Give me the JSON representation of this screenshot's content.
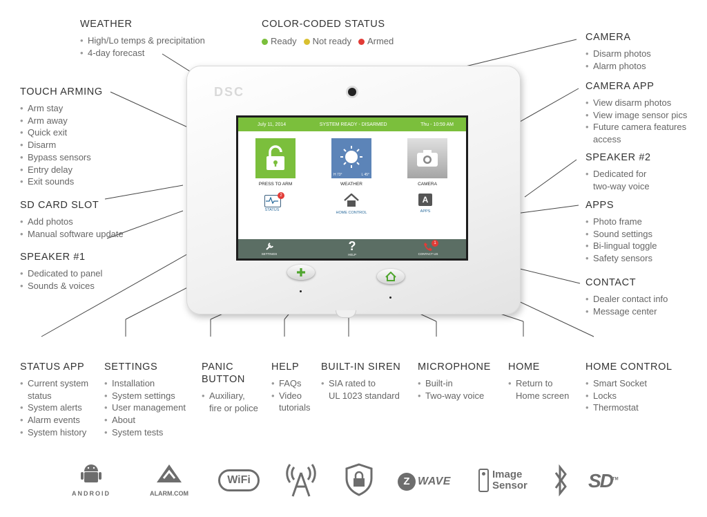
{
  "callouts": {
    "weather": {
      "title": "WEATHER",
      "items": [
        "High/Lo temps & precipitation",
        "4-day forecast"
      ]
    },
    "status": {
      "title": "COLOR-CODED STATUS",
      "legend": [
        {
          "label": "Ready",
          "color": "#7bbf3c"
        },
        {
          "label": "Not ready",
          "color": "#d9c030"
        },
        {
          "label": "Armed",
          "color": "#e23b36"
        }
      ]
    },
    "camera": {
      "title": "CAMERA",
      "items": [
        "Disarm photos",
        "Alarm photos"
      ]
    },
    "camera_app": {
      "title": "CAMERA APP",
      "items": [
        "View disarm photos",
        "View image sensor pics",
        "Future camera features",
        "access"
      ]
    },
    "speaker2": {
      "title": "SPEAKER #2",
      "items": [
        "Dedicated for",
        "two-way voice"
      ]
    },
    "apps": {
      "title": "APPS",
      "items": [
        "Photo frame",
        "Sound settings",
        "Bi-lingual toggle",
        "Safety sensors"
      ]
    },
    "contact": {
      "title": "CONTACT",
      "items": [
        "Dealer contact info",
        "Message center"
      ]
    },
    "touch_arming": {
      "title": "TOUCH ARMING",
      "items": [
        "Arm stay",
        "Arm away",
        "Quick exit",
        "Disarm",
        "Bypass sensors",
        "Entry delay",
        "Exit sounds"
      ]
    },
    "sd_card": {
      "title": "SD CARD SLOT",
      "items": [
        "Add photos",
        "Manual software update"
      ]
    },
    "speaker1": {
      "title": "SPEAKER #1",
      "items": [
        "Dedicated to panel",
        "Sounds & voices"
      ]
    },
    "status_app": {
      "title": "STATUS APP",
      "items": [
        "Current system",
        "status",
        "System alerts",
        "Alarm events",
        "System history"
      ]
    },
    "settings": {
      "title": "SETTINGS",
      "items": [
        "Installation",
        "System settings",
        "User management",
        "About",
        "System tests"
      ]
    },
    "panic": {
      "title1": "PANIC",
      "title2": "BUTTON",
      "items": [
        "Auxiliary,",
        "fire or police"
      ]
    },
    "help": {
      "title": "HELP",
      "items": [
        "FAQs",
        "Video",
        "tutorials"
      ]
    },
    "siren": {
      "title": "BUILT-IN SIREN",
      "items": [
        "SIA rated to",
        "UL 1023 standard"
      ]
    },
    "microphone": {
      "title": "MICROPHONE",
      "items": [
        "Built-in",
        "Two-way voice"
      ]
    },
    "home": {
      "title": "HOME",
      "items": [
        "Return to",
        "Home screen"
      ]
    },
    "home_control": {
      "title": "HOME CONTROL",
      "items": [
        "Smart Socket",
        "Locks",
        "Thermostat"
      ]
    }
  },
  "panel": {
    "brand": "DSC",
    "screen": {
      "date": "July 11, 2014",
      "system_status": "SYSTEM READY - DISARMED",
      "time": "Thu - 10:59 AM",
      "arm_label": "PRESS TO ARM",
      "weather_label": "WEATHER",
      "weather_high": "H 73°",
      "weather_low": "L 45°",
      "camera_label": "CAMERA",
      "status_label": "STATUS",
      "status_badge": "2",
      "home_control_label": "HOME CONTROL",
      "apps_label": "APPS",
      "apps_letter": "A",
      "settings_label": "SETTINGS",
      "help_label": "HELP",
      "contact_label": "CONTACT US",
      "contact_badge": "1"
    }
  },
  "logos": {
    "android": "ANDROID",
    "alarm_com": "ALARM.COM",
    "wifi": "WiFi",
    "zwave": "WAVE",
    "zwave_z": "Z",
    "image_sensor_1": "Image",
    "image_sensor_2": "Sensor",
    "sd": "SD",
    "sd_tm": "TM"
  },
  "colors": {
    "accent_green": "#7bbf3c",
    "badge_red": "#e23b36",
    "weather_blue": "#5c84b8",
    "bar_gray": "#5b6e64"
  }
}
